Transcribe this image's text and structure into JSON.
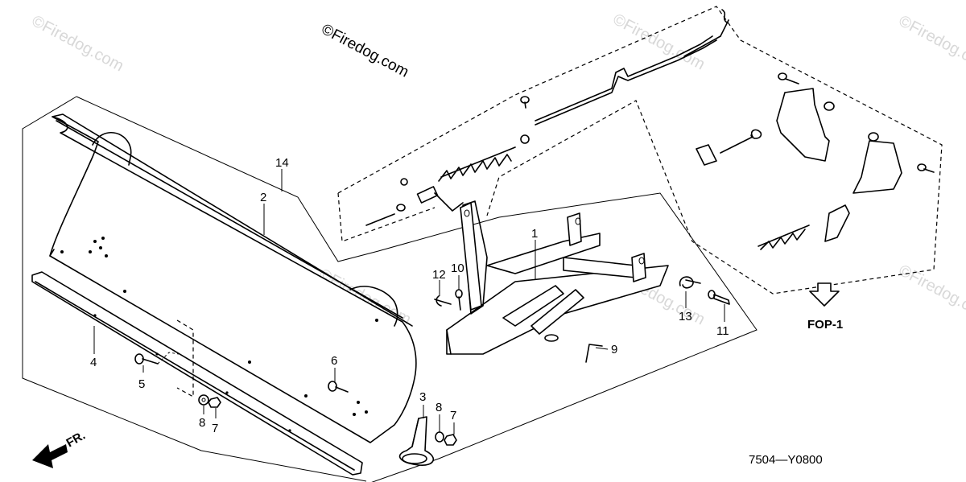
{
  "credit": "©Firedog.com",
  "watermark": "©Firedog.com",
  "reference": "FOP-1",
  "diagram_code": "7504—Y0800",
  "direction_label": "FR.",
  "callouts": {
    "c1": "1",
    "c2": "2",
    "c3": "3",
    "c4": "4",
    "c5": "5",
    "c6": "6",
    "c7a": "7",
    "c7b": "7",
    "c8a": "8",
    "c8b": "8",
    "c9": "9",
    "c10": "10",
    "c11": "11",
    "c12": "12",
    "c13": "13",
    "c14": "14"
  },
  "colors": {
    "line": "#000000",
    "watermark": "#d8d8d8",
    "background": "#ffffff"
  }
}
